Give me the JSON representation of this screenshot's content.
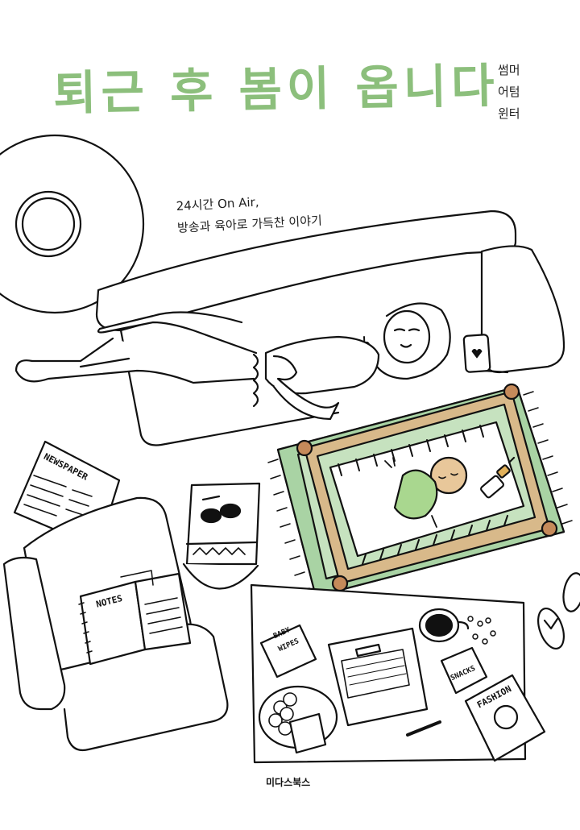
{
  "book": {
    "title": "퇴근 후 봄이 옵니다",
    "authors": [
      "썸머",
      "어텀",
      "윈터"
    ],
    "subtitle_line1": "24시간 On Air,",
    "subtitle_line2": "방송과 육아로 가득찬 이야기",
    "publisher": "미다스북스"
  },
  "illustration_labels": {
    "newspaper": "NEWSPAPER",
    "notes": "NOTES",
    "baby_wipes_1": "BABY",
    "baby_wipes_2": "WIPES",
    "snacks": "SNACKS",
    "fashion": "FASHION"
  },
  "colors": {
    "title": "#8cbf7c",
    "rug_green": "#a9d3a4",
    "rug_fill": "#c6e2bf",
    "crib_wood": "#d8b98a",
    "crib_post": "#c58a5a",
    "baby_outfit": "#a9d78f",
    "bottle": "#e2b15a",
    "line": "#111111"
  }
}
